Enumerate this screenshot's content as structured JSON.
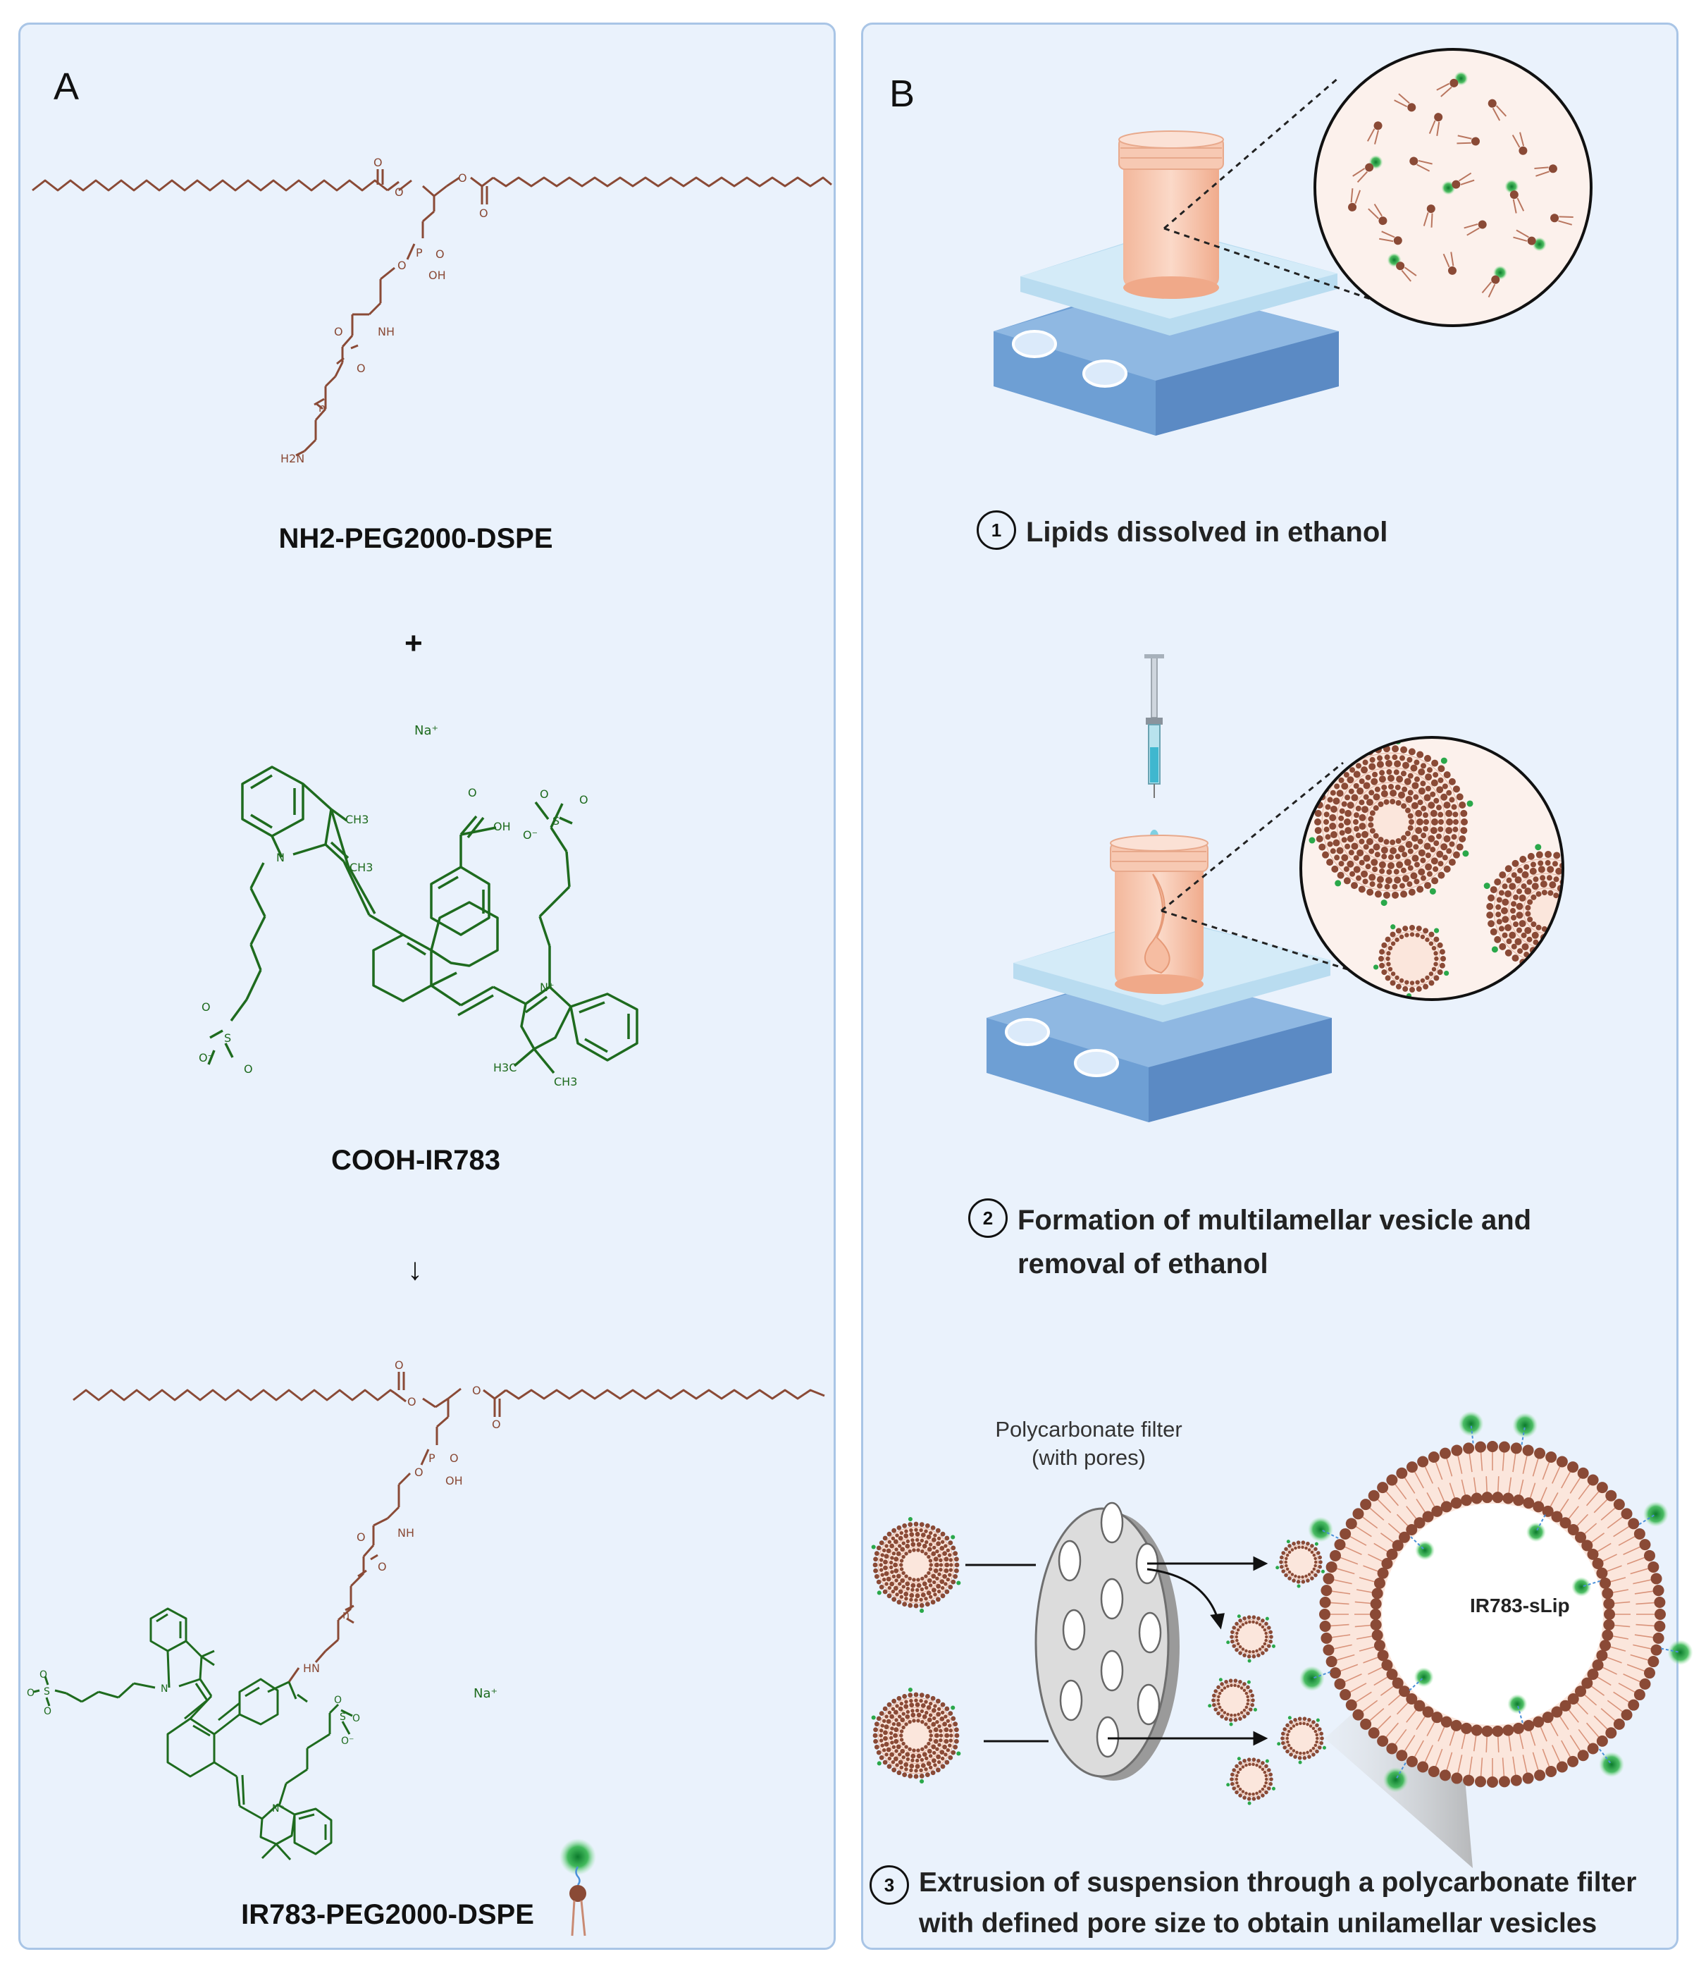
{
  "panel_a": {
    "label": "A",
    "molecule_1": "NH2-PEG2000-DSPE",
    "operator_plus": "+",
    "molecule_2": "COOH-IR783",
    "arrow": "↓",
    "molecule_3": "IR783-PEG2000-DSPE",
    "counterion": "Na⁺",
    "atoms": {
      "o": "O",
      "p": "P",
      "oh": "OH",
      "nh": "NH",
      "h2n": "H2N",
      "n": "N",
      "nplus": "N⁺",
      "ch3": "CH3",
      "h3c": "H3C",
      "s": "S",
      "ominus": "O⁻",
      "hn": "HN",
      "n_subscript": "n"
    }
  },
  "panel_b": {
    "label": "B",
    "step1": {
      "num": "1",
      "text": "Lipids dissolved in ethanol"
    },
    "step2": {
      "num": "2",
      "text_line1": "Formation of multilamellar vesicle and",
      "text_line2": "removal of ethanol"
    },
    "step3": {
      "num": "3",
      "text_line1": "Extrusion of suspension through a polycarbonate filter",
      "text_line2": "with defined pore size to obtain unilamellar vesicles"
    },
    "filter_label_line1": "Polycarbonate filter",
    "filter_label_line2": "(with pores)",
    "liposome_label": "IR783-sLip"
  },
  "colors": {
    "panel_bg": "#eaf2fc",
    "panel_border": "#a9c5e6",
    "lipid_brown": "#8a4a36",
    "dye_green": "#1e6b1e",
    "glow_green": "#2fb34a",
    "jar_peach": "#f6c9b3",
    "plate_blue": "#b9dcf0",
    "base_blue": "#6e9fd4"
  }
}
